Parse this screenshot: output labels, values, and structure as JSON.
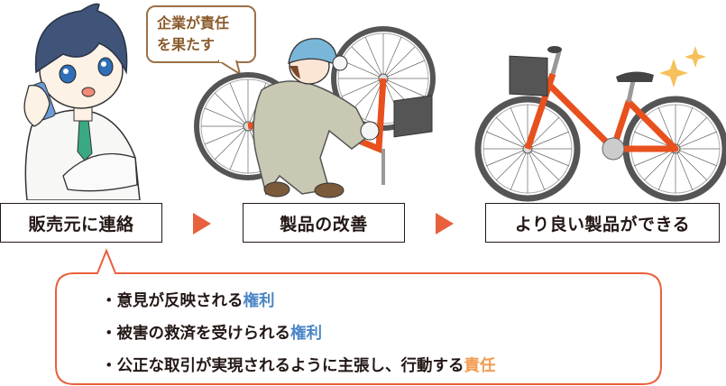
{
  "speech_bubble": {
    "line1": "企業が責任",
    "line2": "を果たす"
  },
  "steps": [
    {
      "label": "販売元に連絡"
    },
    {
      "label": "製品の改善"
    },
    {
      "label": "より良い製品ができる"
    }
  ],
  "illustrations": {
    "consumer": "injured-consumer-on-phone",
    "worker": "worker-repairing-bicycle",
    "bicycle": "improved-bicycle-with-sparkles"
  },
  "callout": {
    "points": [
      {
        "bullet": "・",
        "text": "意見が反映される",
        "keyword": "権利",
        "keyword_type": "right"
      },
      {
        "bullet": "・",
        "text": "被害の救済を受けられる",
        "keyword": "権利",
        "keyword_type": "right"
      },
      {
        "bullet": "・",
        "text": "公正な取引が実現されるように主張し、行動する",
        "keyword": "責任",
        "keyword_type": "duty"
      }
    ]
  },
  "colors": {
    "accent_arrow": "#e8603c",
    "callout_border": "#e8603c",
    "right_keyword": "#4a86c6",
    "duty_keyword": "#f29b50",
    "speech_border": "#9c7047",
    "bike_frame": "#e8501e"
  }
}
